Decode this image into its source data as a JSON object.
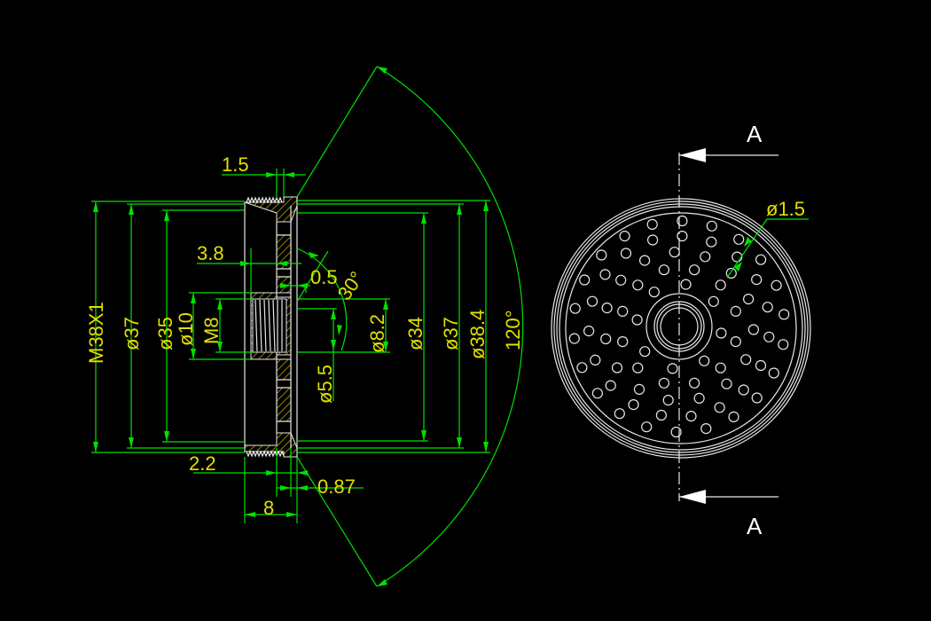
{
  "drawing": {
    "title": "Perforated disc with threaded hub - section and front view",
    "colors": {
      "background": "#000000",
      "geometry": "#e8e8e8",
      "dimension": "#00e000",
      "text": "#e0e000"
    },
    "side_view": {
      "dims": {
        "thread_outer": "M38X1",
        "dia_37_left": "ø37",
        "dia_35": "ø35",
        "dia_10": "ø10",
        "thread_inner": "M8",
        "width_1_5": "1.5",
        "depth_3_8": "3.8",
        "gap_0_5": "0.5",
        "angle_30": "30°",
        "dia_8_2": "ø8.2",
        "dia_5_5": "ø5.5",
        "dia_34": "ø34",
        "dia_37_right": "ø37",
        "dia_38_4": "ø38.4",
        "angle_120": "120°",
        "offset_2_2": "2.2",
        "offset_0_87": "0.87",
        "width_8": "8"
      }
    },
    "front_view": {
      "hole_dia": "ø1.5",
      "section_label_top": "A",
      "section_label_bottom": "A"
    }
  }
}
